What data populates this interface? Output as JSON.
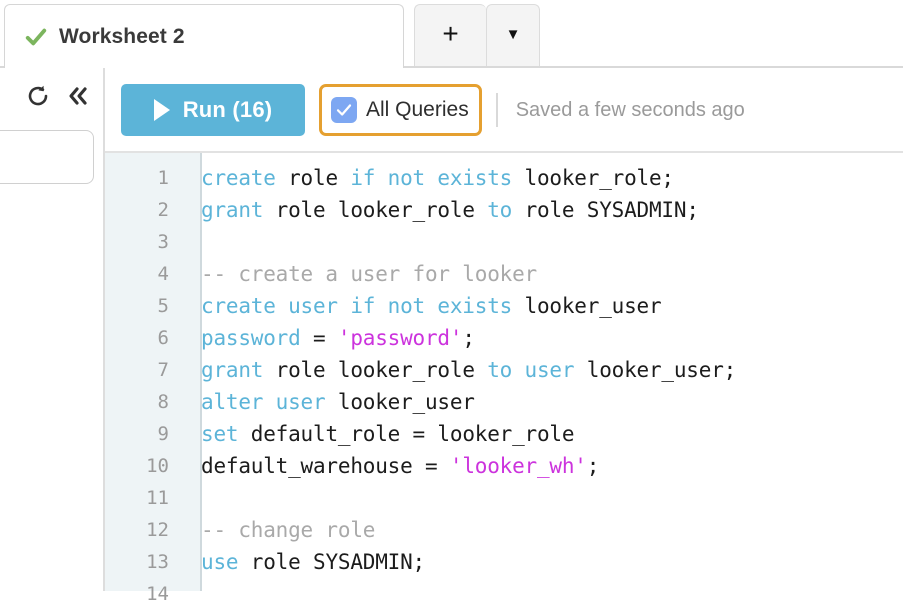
{
  "colors": {
    "accent_blue": "#5cb4d8",
    "highlight_orange": "#e5a030",
    "checkbox_blue": "#7da7f2",
    "tab_check_green": "#7cb55e",
    "keyword": "#5cb4d8",
    "string": "#cc33dd",
    "comment": "#a9a9a9",
    "gutter_bg": "#eef4f6"
  },
  "tabbar": {
    "active_tab": {
      "label": "Worksheet 2",
      "status_icon": "check-icon"
    },
    "add_tab_label": "+",
    "menu_caret_label": "▼"
  },
  "left_panel": {
    "refresh_icon": "refresh-icon",
    "collapse_icon": "double-chevron-left-icon",
    "search_placeholder": ""
  },
  "toolbar": {
    "run_label": "Run (16)",
    "run_icon": "play-icon",
    "all_queries_label": "All Queries",
    "all_queries_checked": true,
    "saved_status": "Saved a few seconds ago"
  },
  "editor": {
    "language": "sql",
    "lines": [
      {
        "n": "1",
        "tokens": [
          {
            "t": "create ",
            "c": "kw"
          },
          {
            "t": "role ",
            "c": ""
          },
          {
            "t": "if not exists ",
            "c": "kw"
          },
          {
            "t": "looker_role;",
            "c": ""
          }
        ]
      },
      {
        "n": "2",
        "tokens": [
          {
            "t": "grant ",
            "c": "kw"
          },
          {
            "t": "role looker_role ",
            "c": ""
          },
          {
            "t": "to ",
            "c": "kw"
          },
          {
            "t": "role SYSADMIN;",
            "c": ""
          }
        ]
      },
      {
        "n": "3",
        "tokens": []
      },
      {
        "n": "4",
        "tokens": [
          {
            "t": "-- create a user for looker",
            "c": "cmt"
          }
        ]
      },
      {
        "n": "5",
        "tokens": [
          {
            "t": "create user if not exists ",
            "c": "kw"
          },
          {
            "t": "looker_user",
            "c": ""
          }
        ]
      },
      {
        "n": "6",
        "tokens": [
          {
            "t": "password ",
            "c": "kw"
          },
          {
            "t": "= ",
            "c": ""
          },
          {
            "t": "'password'",
            "c": "str"
          },
          {
            "t": ";",
            "c": ""
          }
        ]
      },
      {
        "n": "7",
        "tokens": [
          {
            "t": "grant ",
            "c": "kw"
          },
          {
            "t": "role looker_role ",
            "c": ""
          },
          {
            "t": "to user ",
            "c": "kw"
          },
          {
            "t": "looker_user;",
            "c": ""
          }
        ]
      },
      {
        "n": "8",
        "tokens": [
          {
            "t": "alter user ",
            "c": "kw"
          },
          {
            "t": "looker_user",
            "c": ""
          }
        ]
      },
      {
        "n": "9",
        "tokens": [
          {
            "t": "set ",
            "c": "kw"
          },
          {
            "t": "default_role = looker_role",
            "c": ""
          }
        ]
      },
      {
        "n": "10",
        "tokens": [
          {
            "t": "default_warehouse = ",
            "c": ""
          },
          {
            "t": "'looker_wh'",
            "c": "str"
          },
          {
            "t": ";",
            "c": ""
          }
        ]
      },
      {
        "n": "11",
        "tokens": []
      },
      {
        "n": "12",
        "tokens": [
          {
            "t": "-- change role",
            "c": "cmt"
          }
        ]
      },
      {
        "n": "13",
        "tokens": [
          {
            "t": "use ",
            "c": "kw"
          },
          {
            "t": "role SYSADMIN;",
            "c": ""
          }
        ]
      },
      {
        "n": "14",
        "tokens": []
      }
    ]
  }
}
